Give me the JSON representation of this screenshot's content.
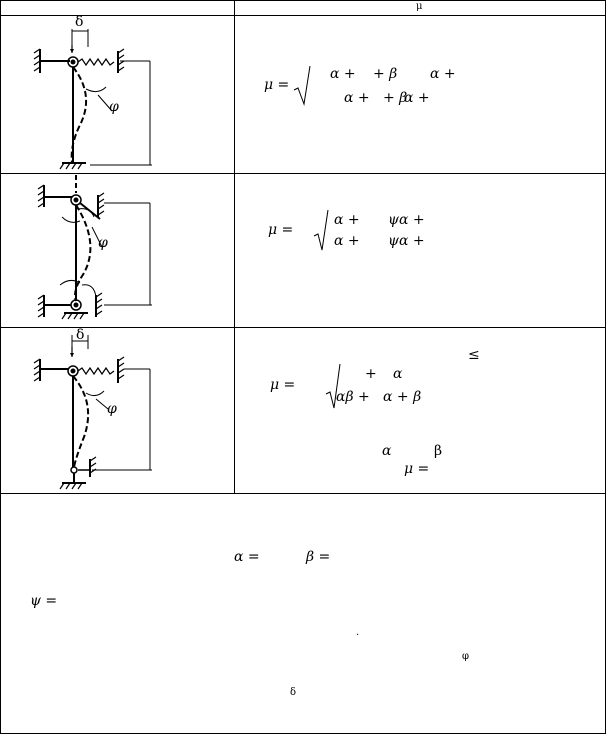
{
  "header": {
    "left": "",
    "right": "μ"
  },
  "row1": {
    "fig": {
      "delta": "δ",
      "phi": "φ"
    },
    "formula": {
      "mu_eq": "μ =",
      "num_a": "α +",
      "num_b": "+ β",
      "num_c": "α +",
      "den_a": "α +",
      "den_b": "+ β",
      "den_c": "α +"
    }
  },
  "row2": {
    "fig": {
      "phi": "φ"
    },
    "formula": {
      "mu_eq": "μ =",
      "num_a": "α +",
      "num_b": "ψα +",
      "den_a": "α +",
      "den_b": "ψα +"
    }
  },
  "row3": {
    "fig": {
      "delta": "δ",
      "phi": "φ"
    },
    "formula": {
      "leq": "≤",
      "mu_eq": "μ =",
      "num_a": "+",
      "num_b": "α",
      "den_a": "αβ +",
      "den_b": "α + β",
      "alpha": "α",
      "beta": "β",
      "mu_eq2": "μ ="
    }
  },
  "notes": {
    "alpha_eq": "α =",
    "beta_eq": "β =",
    "psi_eq": "ψ =",
    "dot": ".",
    "phi": "φ",
    "delta": "δ"
  }
}
